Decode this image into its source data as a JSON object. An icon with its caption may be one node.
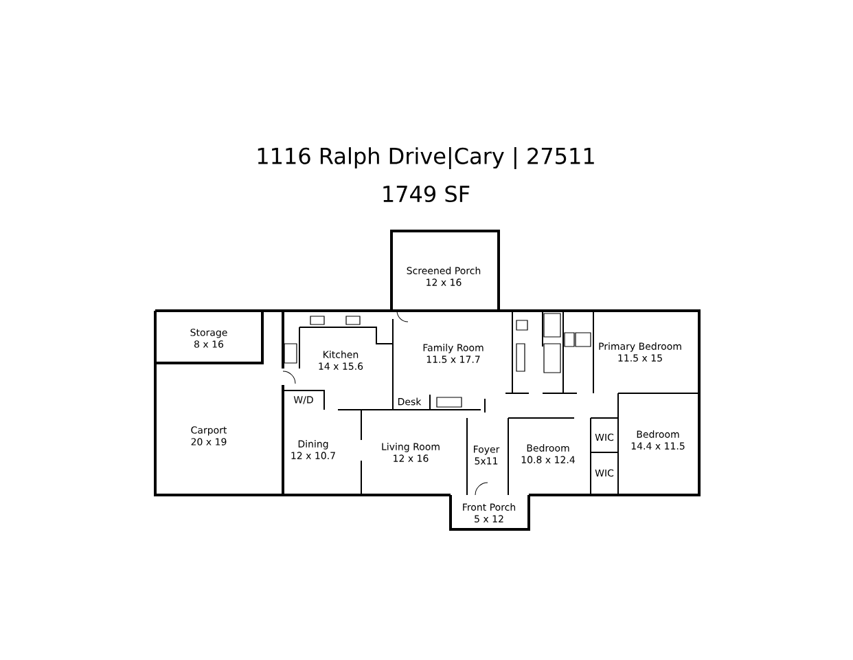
{
  "diagram": {
    "title": "1116 Ralph Drive|Cary | 27511",
    "nodes": [
      {
        "text": [
          "Screened Porch",
          "12 x 16"
        ]
      },
      {
        "text": [
          "Storage",
          "8 x 16"
        ]
      },
      {
        "text": [
          "Kitchen",
          "14 x 15.6"
        ]
      },
      {
        "text": [
          "Family Room",
          "11.5 x 17.7"
        ]
      },
      {
        "text": [
          "Primary Bedroom",
          "11.5 x 15"
        ]
      },
      {
        "text": [
          "W/D"
        ]
      },
      {
        "text": [
          "Desk"
        ]
      },
      {
        "text": [
          "Carport",
          "20 x 19"
        ]
      },
      {
        "text": [
          "Dining",
          "12 x 10.7"
        ]
      },
      {
        "text": [
          "Living Room",
          "12 x 16"
        ]
      },
      {
        "text": [
          "Foyer",
          "5x11"
        ]
      },
      {
        "text": [
          "Bedroom",
          "10.8 x 12.4"
        ]
      },
      {
        "text": [
          "WIC"
        ]
      },
      {
        "text": [
          "Bedroom",
          "14.4 x 11.5"
        ]
      },
      {
        "text": [
          "WIC"
        ]
      },
      {
        "text": [
          "Front Porch",
          "5 x 12"
        ]
      }
    ],
    "labels": [
      "1749 SF"
    ]
  }
}
